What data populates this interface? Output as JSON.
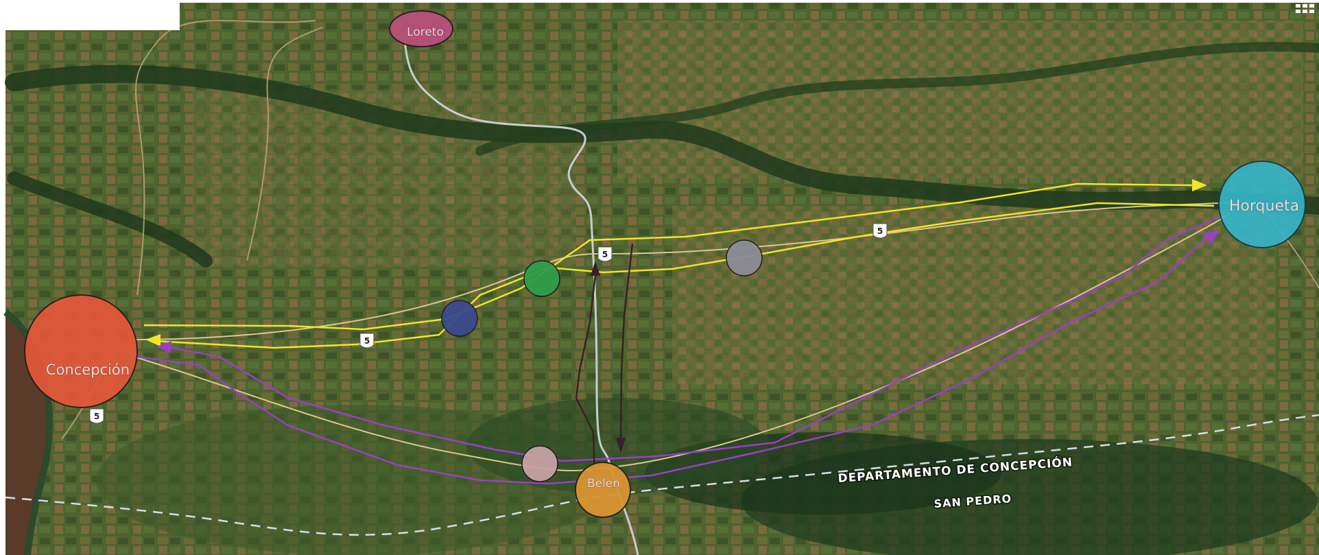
{
  "map": {
    "cities": [
      {
        "key": "concepcion",
        "label": "Concepción",
        "color": "#e4583a"
      },
      {
        "key": "horqueta",
        "label": "Horqueta",
        "color": "#36b4c6"
      },
      {
        "key": "loreto",
        "label": "Loreto",
        "color": "#b8507a"
      },
      {
        "key": "belen",
        "label": "Belen",
        "color": "#d99433"
      }
    ],
    "waypoints": [
      {
        "key": "blue",
        "color": "#3a4a8c"
      },
      {
        "key": "green",
        "color": "#2f9d4a"
      },
      {
        "key": "gray",
        "color": "#8c8c96"
      },
      {
        "key": "pink",
        "color": "#c7a2a6"
      }
    ],
    "route_shield": "5",
    "region_labels": {
      "departamento": "DEPARTAMENTO DE CONCEPCIÓN",
      "san_pedro": "SAN PEDRO"
    },
    "route_colors": {
      "yellow": "#f2e528",
      "purple": "#9b3ec9",
      "dark": "#3a1f28"
    }
  }
}
